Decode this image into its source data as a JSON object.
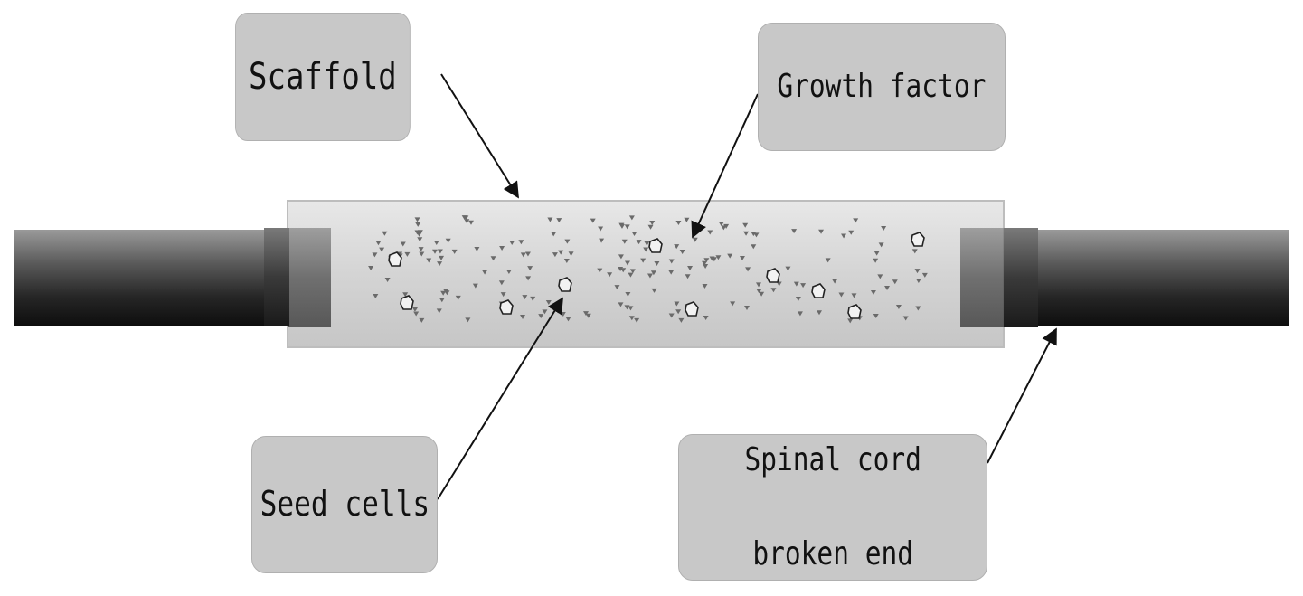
{
  "labels": {
    "scaffold": "Scaffold",
    "growth_factor": "Growth factor",
    "seed_cells": "Seed cells",
    "spinal_cord_line1": "Spinal cord",
    "spinal_cord_line2": "broken end"
  },
  "colors": {
    "background": "#ffffff",
    "label_box": "#c8c8c8",
    "scaffold_tube": "#dcdcdc",
    "spinal_cord_dark": "#1a1a1a",
    "spinal_cord_light": "#8a8a8a",
    "arrow": "#111111"
  }
}
